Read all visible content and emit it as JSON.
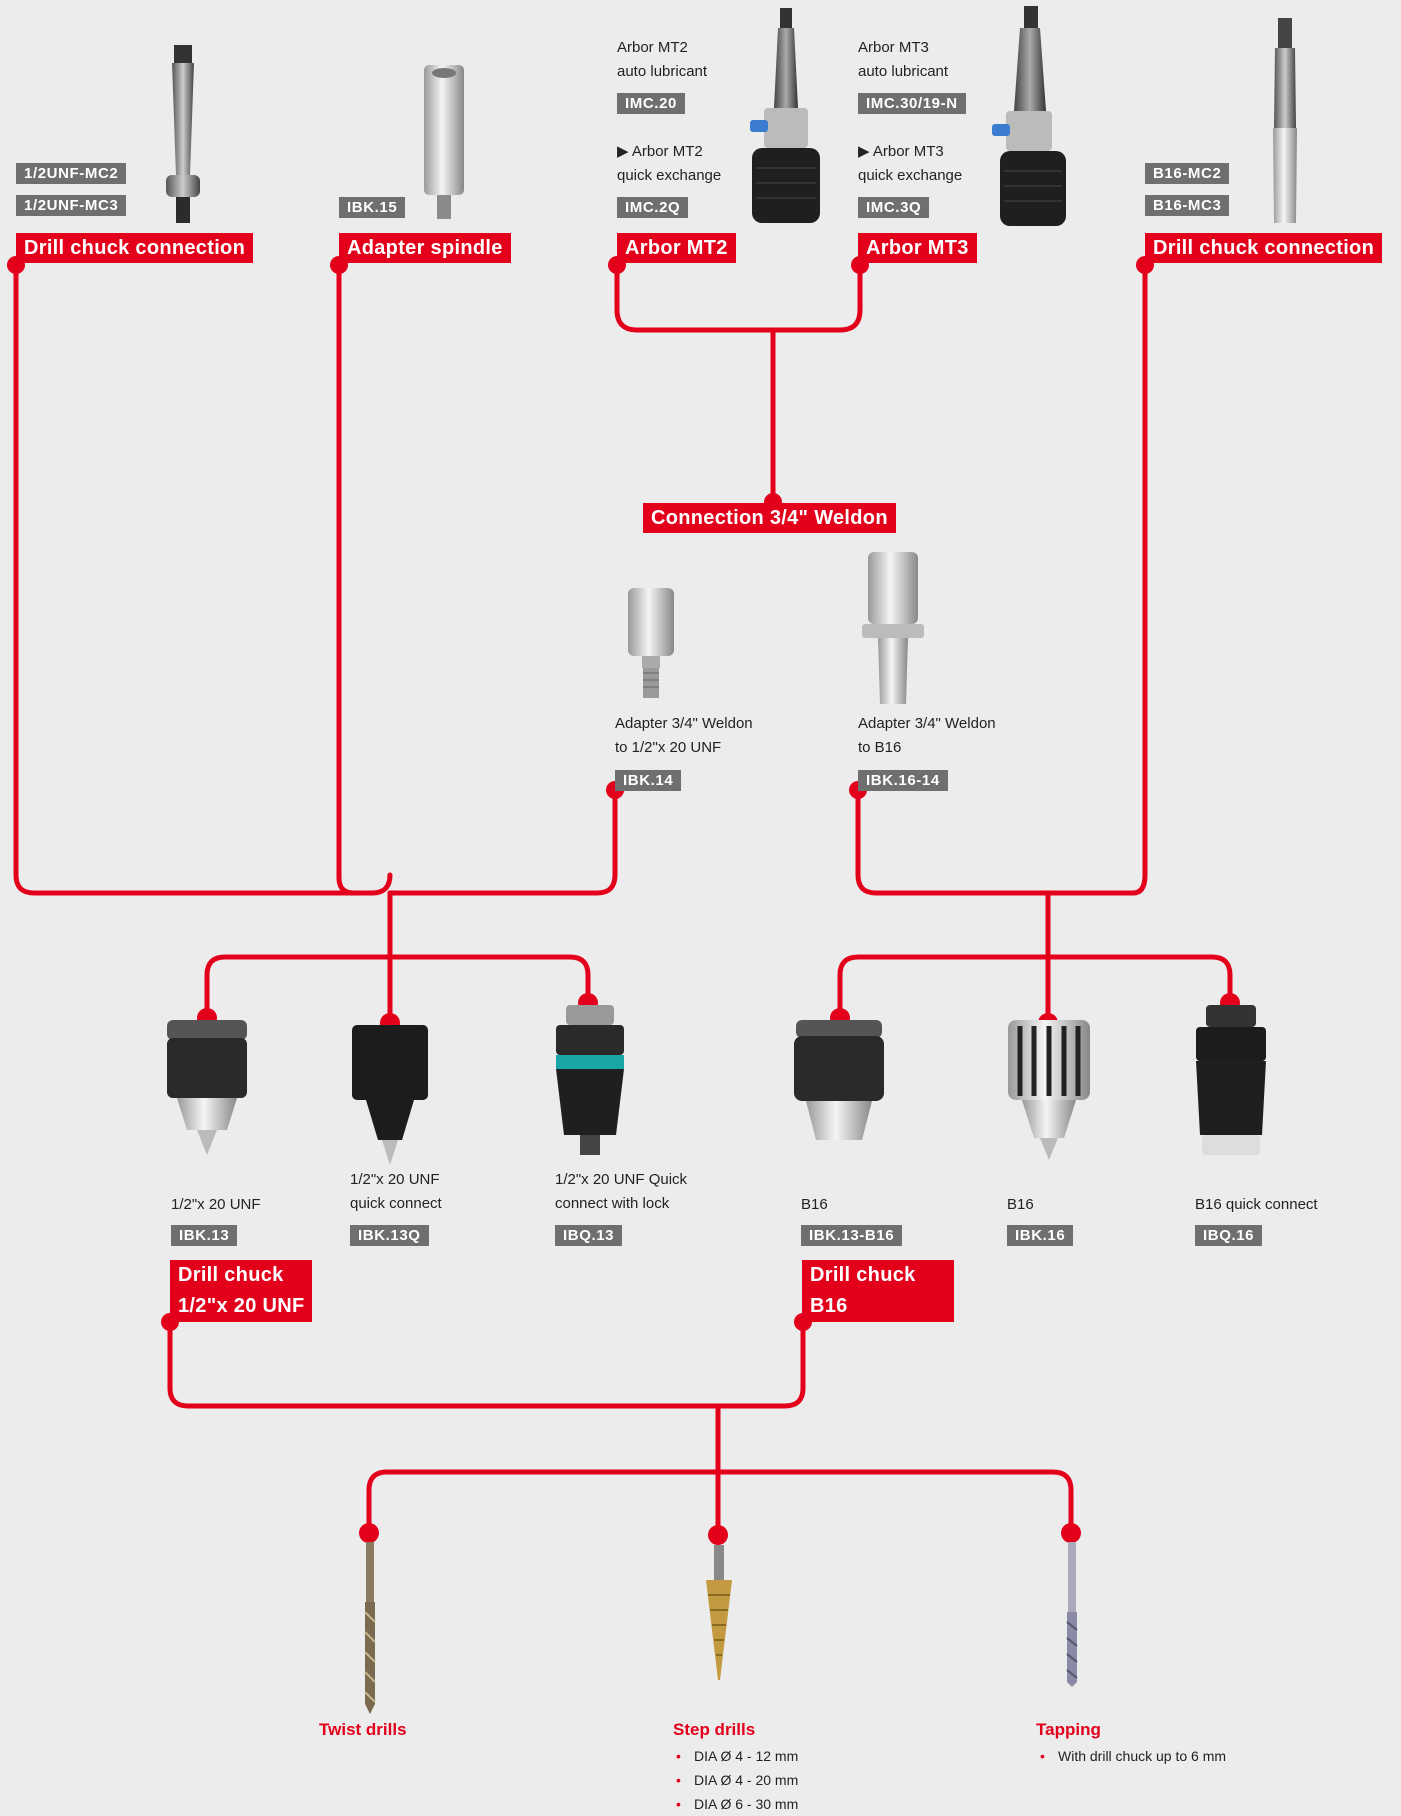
{
  "colors": {
    "accent": "#e3001b",
    "code_bg": "#6f6f6f",
    "background": "#ececec"
  },
  "top": {
    "left_chuck": {
      "label": "Drill chuck connection",
      "codes": [
        "1/2UNF-MC2",
        "1/2UNF-MC3"
      ]
    },
    "adapter_spindle": {
      "label": "Adapter spindle",
      "code": "IBK.15"
    },
    "arbor_mt2": {
      "label": "Arbor MT2",
      "auto_text": [
        "Arbor MT2",
        "auto lubricant"
      ],
      "auto_code": "IMC.20",
      "quick_text": [
        "▶ Arbor MT2",
        "quick exchange"
      ],
      "quick_code": "IMC.2Q"
    },
    "arbor_mt3": {
      "label": "Arbor MT3",
      "auto_text": [
        "Arbor MT3",
        "auto lubricant"
      ],
      "auto_code": "IMC.30/19-N",
      "quick_text": [
        "▶ Arbor MT3",
        "quick exchange"
      ],
      "quick_code": "IMC.3Q"
    },
    "right_chuck": {
      "label": "Drill chuck connection",
      "codes": [
        "B16-MC2",
        "B16-MC3"
      ]
    }
  },
  "weldon": {
    "label": "Connection 3/4\" Weldon",
    "adapter_unf": {
      "text": [
        "Adapter 3/4\" Weldon",
        "to 1/2\"x 20 UNF"
      ],
      "code": "IBK.14"
    },
    "adapter_b16": {
      "text": [
        "Adapter 3/4\" Weldon",
        "to B16"
      ],
      "code": "IBK.16-14"
    }
  },
  "chucks": [
    {
      "text": [
        "1/2\"x 20 UNF"
      ],
      "code": "IBK.13"
    },
    {
      "text": [
        "1/2\"x 20 UNF",
        "quick connect"
      ],
      "code": "IBK.13Q"
    },
    {
      "text": [
        "1/2\"x 20 UNF Quick",
        "connect with lock"
      ],
      "code": "IBQ.13"
    },
    {
      "text": [
        "B16"
      ],
      "code": "IBK.13-B16"
    },
    {
      "text": [
        "B16"
      ],
      "code": "IBK.16"
    },
    {
      "text": [
        "B16 quick connect"
      ],
      "code": "IBQ.16"
    }
  ],
  "group_labels": {
    "unf": [
      "Drill chuck",
      "1/2\"x 20 UNF"
    ],
    "b16": [
      "Drill chuck",
      "B16"
    ]
  },
  "bottom": {
    "twist": {
      "title": "Twist drills"
    },
    "step": {
      "title": "Step drills",
      "items": [
        "DIA Ø 4 - 12 mm",
        "DIA Ø 4 - 20 mm",
        "DIA Ø 6 - 30 mm"
      ]
    },
    "tapping": {
      "title": "Tapping",
      "items": [
        "With drill chuck up to 6 mm"
      ]
    }
  }
}
